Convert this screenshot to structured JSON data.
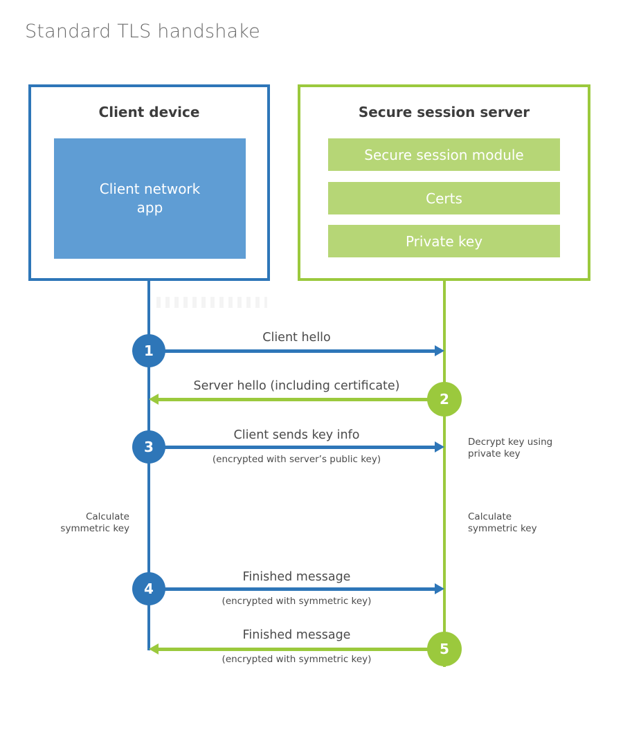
{
  "page_title": "Standard TLS handshake",
  "client_box": {
    "title": "Client device",
    "app_label": "Client network app"
  },
  "server_box": {
    "title": "Secure session server",
    "modules": [
      {
        "label": "Secure session module"
      },
      {
        "label": "Certs"
      },
      {
        "label": "Private key"
      }
    ]
  },
  "messages": [
    {
      "num": "1",
      "label": "Client hello",
      "sublabel": "",
      "from": "client",
      "to": "server"
    },
    {
      "num": "2",
      "label": "Server hello (including certificate)",
      "sublabel": "",
      "from": "server",
      "to": "client"
    },
    {
      "num": "3",
      "label": "Client sends key info",
      "sublabel": "(encrypted with server’s public key)",
      "from": "client",
      "to": "server"
    },
    {
      "num": "4",
      "label": "Finished message",
      "sublabel": "(encrypted with symmetric key)",
      "from": "client",
      "to": "server"
    },
    {
      "num": "5",
      "label": "Finished message",
      "sublabel": "(encrypted with symmetric key)",
      "from": "server",
      "to": "client"
    }
  ],
  "notes": {
    "decrypt": {
      "line1": "Decrypt key using",
      "line2": "private key"
    },
    "calc_left": {
      "line1": "Calculate",
      "line2": "symmetric key"
    },
    "calc_right": {
      "line1": "Calculate",
      "line2": "symmetric key"
    }
  },
  "colors": {
    "blue": "#2e76b8",
    "blue_fill": "#5f9dd4",
    "green": "#9bc93d",
    "green_fill": "#b6d676",
    "heading_text": "#3c3c3c",
    "label_text": "#4a4a4a",
    "title_text": "#6a6a6a"
  }
}
